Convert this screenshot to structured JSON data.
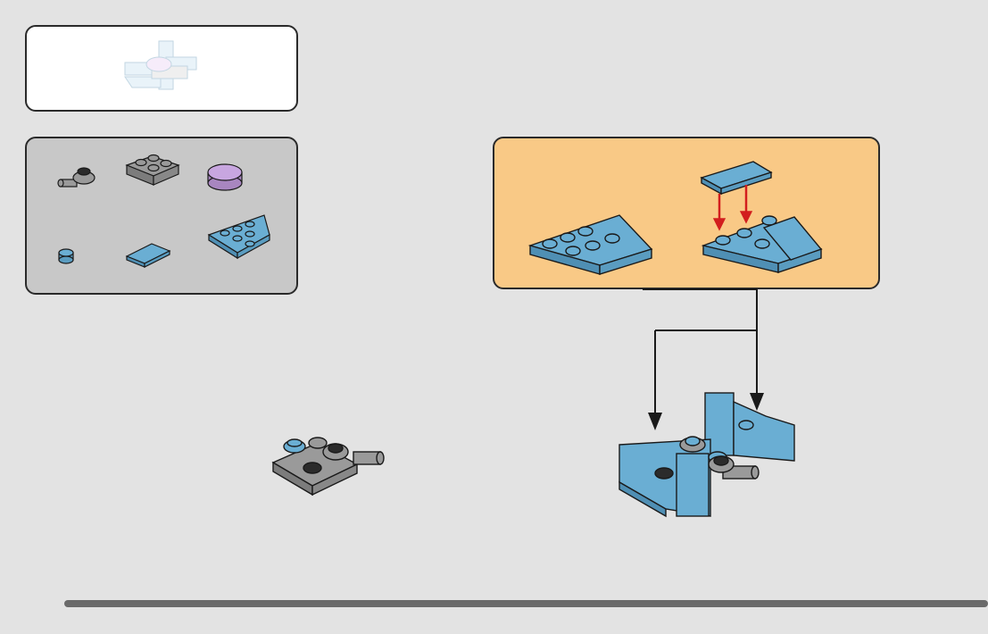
{
  "colors": {
    "page_background": "#e3e3e3",
    "preview_panel": "#ffffff",
    "parts_panel": "#c8c8c8",
    "subassembly_panel": "#f9c986",
    "brick_blue": "#6aaed3",
    "brick_gray": "#9a9a9a",
    "brick_dark": "#2b2b2b",
    "brick_lavender": "#c8a6e0",
    "arrow_red": "#d21e1e",
    "outline": "#1a1a1a"
  },
  "parts_list": [
    {
      "name": "gray-clip-plate-1x1",
      "color": "gray"
    },
    {
      "name": "gray-plate-2x2",
      "color": "gray"
    },
    {
      "name": "lavender-round-tile-2x2",
      "color": "lavender"
    },
    {
      "name": "blue-round-plate-1x1",
      "color": "blue"
    },
    {
      "name": "blue-tile-1x2",
      "color": "blue"
    },
    {
      "name": "blue-wedge-plate-3x3",
      "color": "blue"
    }
  ],
  "icons": [
    "preview-model-icon",
    "down-arrow-icon",
    "connector-arrow-icon"
  ]
}
